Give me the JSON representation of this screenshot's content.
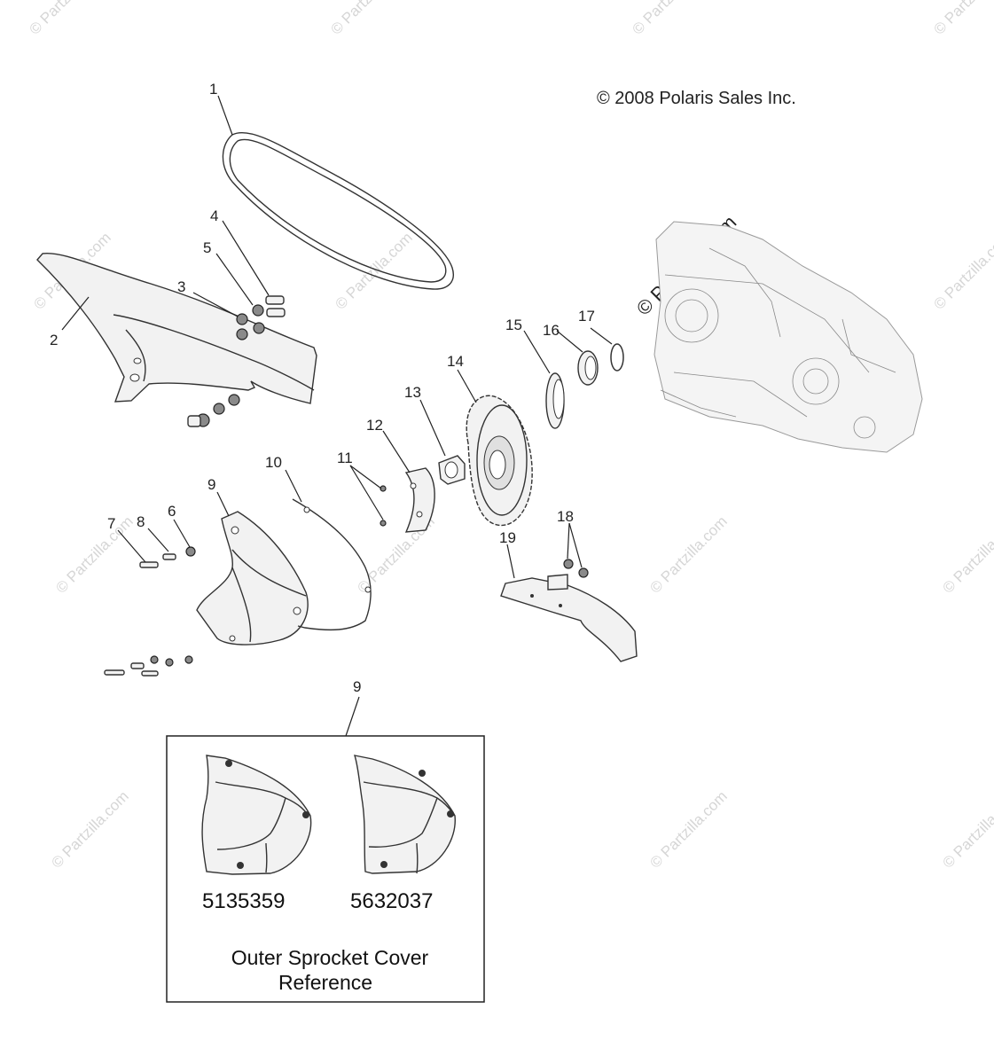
{
  "copyright": "© 2008 Polaris Sales Inc.",
  "watermark": {
    "main": "© Partzilla.com",
    "corner": "© Partzilla.com"
  },
  "callouts": [
    "1",
    "2",
    "3",
    "4",
    "5",
    "6",
    "7",
    "8",
    "9",
    "10",
    "11",
    "12",
    "13",
    "14",
    "15",
    "16",
    "17",
    "18",
    "19"
  ],
  "callout_9_ref": "9",
  "reference_box": {
    "part_a": "5135359",
    "part_b": "5632037",
    "title_line1": "Outer Sprocket Cover",
    "title_line2": "Reference"
  }
}
